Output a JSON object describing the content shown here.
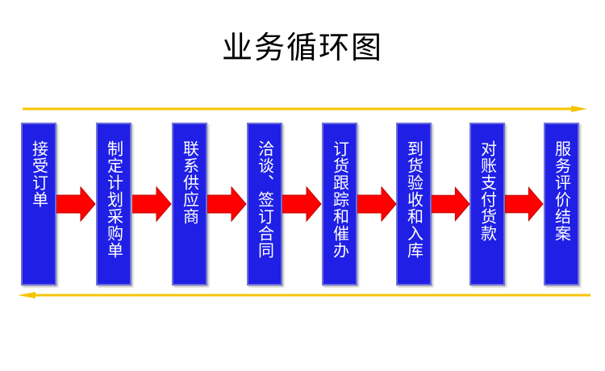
{
  "title": "业务循环图",
  "steps": [
    {
      "label": "接受订单"
    },
    {
      "label": "制定计划采购单"
    },
    {
      "label": "联系供应商"
    },
    {
      "label": "洽谈、签订合同"
    },
    {
      "label": "订货跟踪和催办"
    },
    {
      "label": "到货验收和入库"
    },
    {
      "label": "对账支付货款"
    },
    {
      "label": "服务评价结案"
    }
  ],
  "colors": {
    "step_fill": "#1f1fe6",
    "flow_arrow": "#ff0000",
    "cycle_arrow": "#f5c400"
  }
}
